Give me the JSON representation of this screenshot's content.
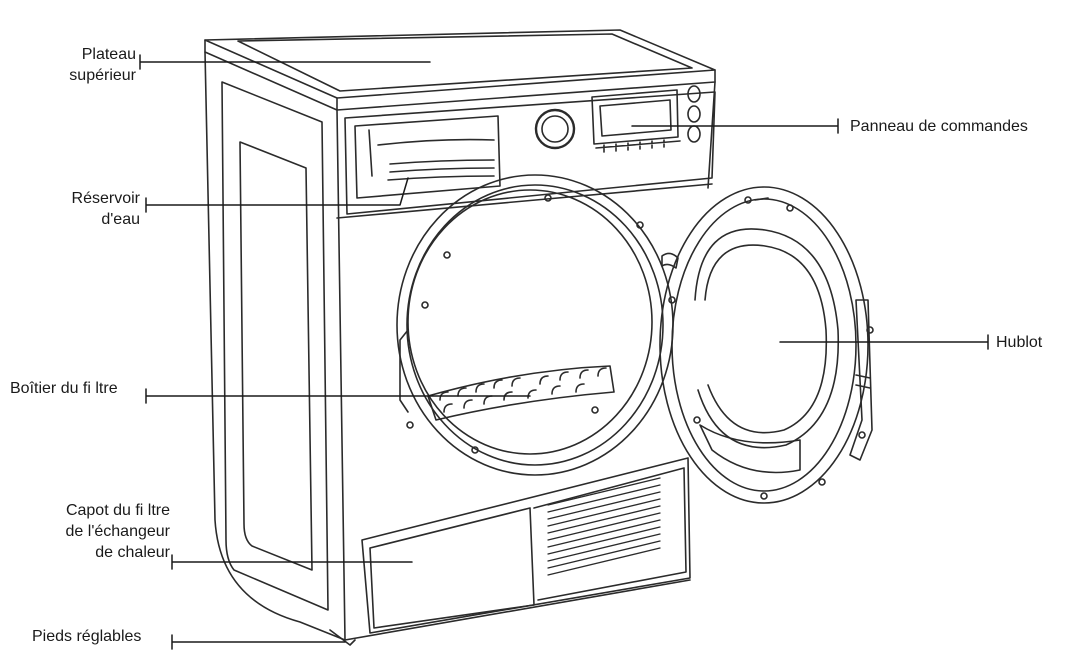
{
  "labels": {
    "plateau": [
      "Plateau",
      "supérieur"
    ],
    "reservoir": [
      "Réservoir",
      "d'eau"
    ],
    "filtre": "Boîtier du fi ltre",
    "capot": [
      "Capot du fi ltre",
      "de l'échangeur",
      "de chaleur"
    ],
    "pieds": "Pieds réglables",
    "panneau": "Panneau de commandes",
    "hublot": "Hublot"
  },
  "colors": {
    "line": "#1a1a1a",
    "stroke": "#2b2b2b",
    "background": "#ffffff"
  }
}
